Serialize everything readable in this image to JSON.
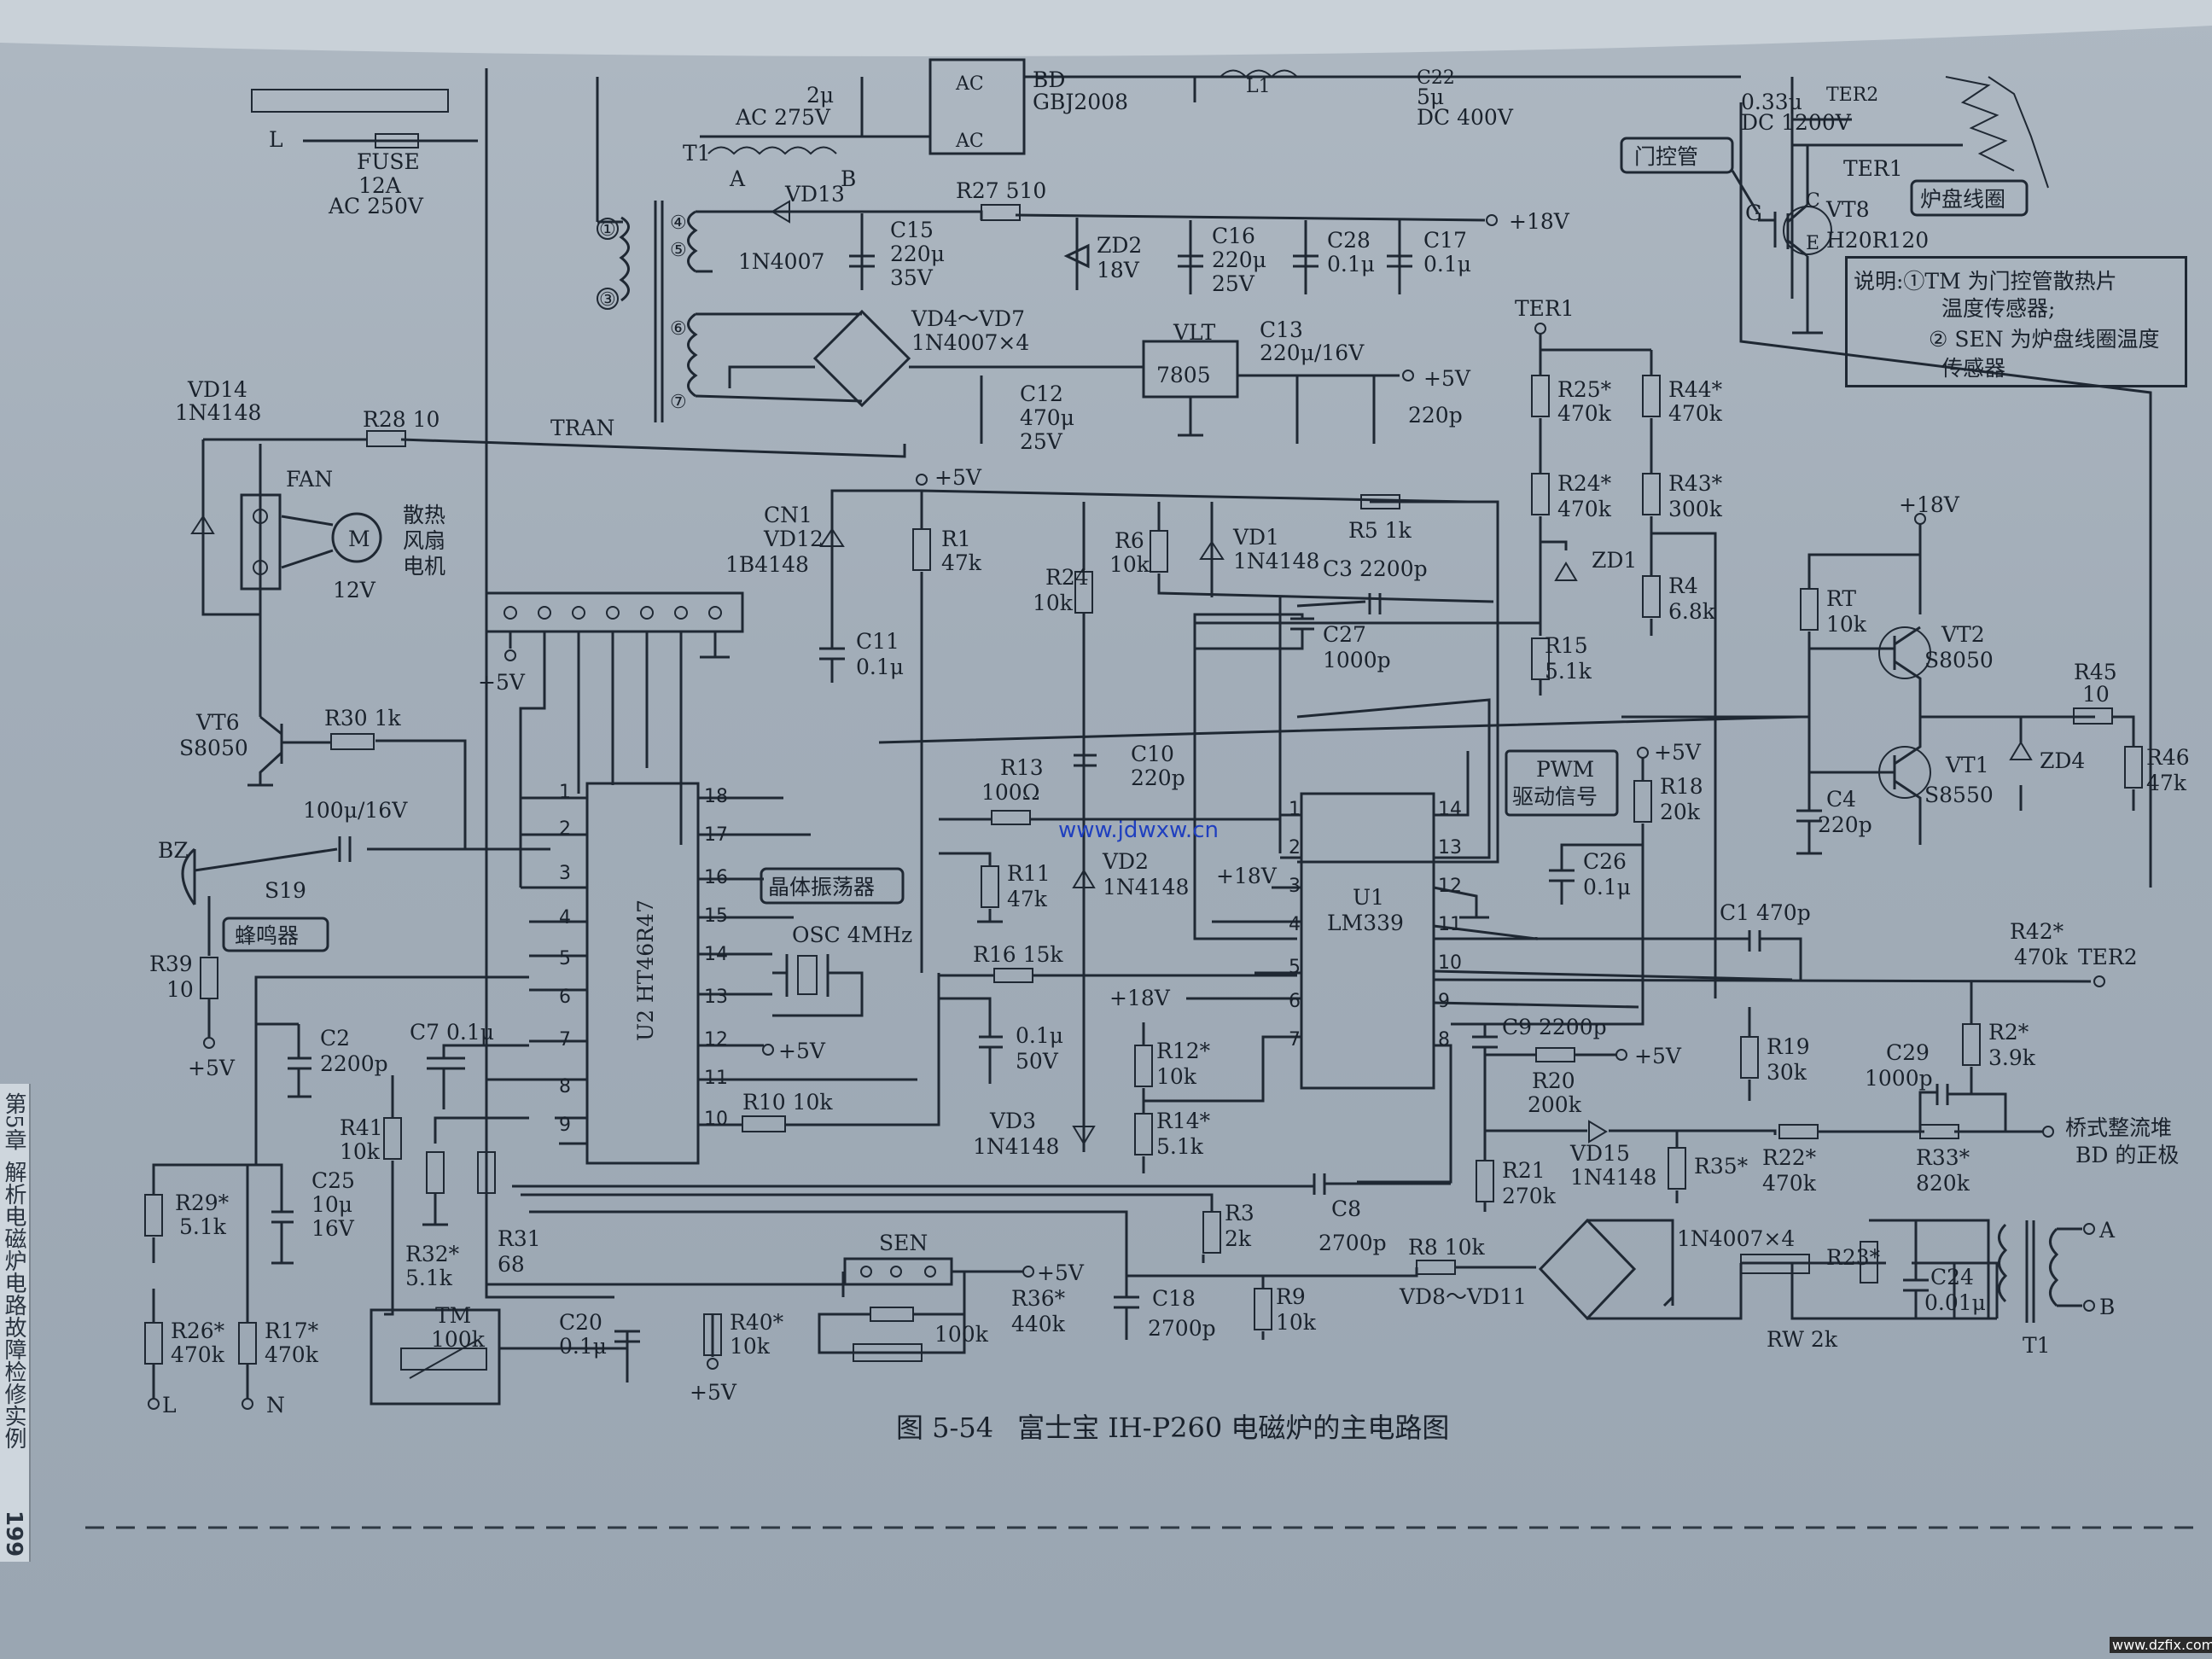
{
  "side_tab": {
    "chapter": "第5章",
    "title": "解析电磁炉电路故障检修实例",
    "page_number": "199"
  },
  "caption": {
    "figure_number": "图 5-54",
    "title": "富士宝 IH-P260 电磁炉的主电路图"
  },
  "note": {
    "heading": "说明:①TM 为门控管散热片",
    "line2": "温度传感器;",
    "line3": "② SEN 为炉盘线圈温度",
    "line4": "传感器"
  },
  "watermarks": {
    "center": "www.jdwxw.cn",
    "corner": "www.dzfix.com"
  },
  "labels": {
    "L": "L",
    "FUSE": "FUSE",
    "fuse_val": "12A",
    "fuse_rating": "AC 250V",
    "C21_cap": "2μ",
    "C21_rating": "AC 275V",
    "T1": "T1",
    "A": "A",
    "B": "B",
    "BD": "BD",
    "BD_part": "GBJ2008",
    "AC_top": "AC",
    "AC_bottom": "AC",
    "C22": "C22",
    "C22_val": "5μ",
    "C22_rating": "DC 400V",
    "L1": "L1",
    "C23_val": "0.33μ",
    "C23_rating": "DC 1200V",
    "TER2_top": "TER2",
    "TER1_top": "TER1",
    "gate_tube": "门控管",
    "coil": "炉盘线圈",
    "VT8": "VT8",
    "VT8_part": "H20R120",
    "G": "G",
    "C_pin": "C",
    "E_pin": "E",
    "t4": "④",
    "t5": "⑤",
    "t6": "⑥",
    "t7": "⑦",
    "t1": "①",
    "t3": "③",
    "VD13": "VD13",
    "VD13_part": "1N4007",
    "C15": "C15",
    "C15_val": "220μ",
    "C15_v": "35V",
    "R27": "R27 510",
    "ZD2": "ZD2",
    "ZD2_v": "18V",
    "C16": "C16",
    "C16_val": "220μ",
    "C16_v": "25V",
    "C28": "C28",
    "C28_val": "0.1μ",
    "C17": "C17",
    "C17_val": "0.1μ",
    "p18V": "+18V",
    "VD4": "VD4～VD7",
    "VD4_part": "1N4007×4",
    "VLT": "VLT",
    "reg": "7805",
    "C13": "C13",
    "C13_val": "220μ/16V",
    "C12": "C12",
    "C12_val": "470μ",
    "C12_v": "25V",
    "p5V": "+5V",
    "c220p": "220p",
    "TRAN": "TRAN",
    "VD14": "VD14",
    "VD14_part": "1N4148",
    "R28": "R28 10",
    "FAN": "FAN",
    "M": "M",
    "fan_cn1": "散热",
    "fan_cn2": "风扇",
    "fan_cn3": "电机",
    "fan_v": "12V",
    "VT6": "VT6",
    "VT6_part": "S8050",
    "R30": "R30 1k",
    "BZ": "BZ",
    "S19": "S19",
    "buzzer": "蜂鸣器",
    "cap100": "100μ/16V",
    "R39": "R39",
    "R39_val": "10",
    "C2": "C2",
    "C2_val": "2200p",
    "R41": "R41",
    "R41_val": "10k",
    "C7": "C7 0.1μ",
    "R29": "R29*",
    "R29_val": "5.1k",
    "C25": "C25",
    "C25_val": "10μ",
    "C25_v": "16V",
    "R32": "R32*",
    "R32_val": "5.1k",
    "R31": "R31",
    "R31_val": "68",
    "R26": "R26*",
    "R26_val": "470k",
    "R17": "R17*",
    "R17_val": "470k",
    "N": "N",
    "L_bottom": "L",
    "TM": "TM",
    "TM_val": "100k",
    "C20": "C20",
    "C20_val": "0.1μ",
    "R40": "R40*",
    "R40_val": "10k",
    "SEN": "SEN",
    "R36": "R36*",
    "R36_val": "440k",
    "pot100k": "100k",
    "CN1": "CN1",
    "VD12": "VD12",
    "VD12_part": "1B4148",
    "R1": "R1",
    "R1_val": "47k",
    "C11": "C11",
    "C11_val": "0.1μ",
    "U2": "U2 HT46R47",
    "crystal": "晶体振荡器",
    "OSC": "OSC 4MHz",
    "R10": "R10 10k",
    "R13": "R13",
    "R13_val": "100Ω",
    "R11": "R11",
    "R11_val": "47k",
    "R16": "R16 15k",
    "C_01_50": "0.1μ",
    "v50": "50V",
    "R24": "R24",
    "R24_val": "10k",
    "C10": "C10",
    "C10_val": "220p",
    "VD2": "VD2",
    "VD2_part": "1N4148",
    "VD3": "VD3",
    "VD3_part": "1N4148",
    "R6": "R6",
    "R6_val": "10k",
    "VD1": "VD1",
    "VD1_part": "1N4148",
    "R5": "R5 1k",
    "C3": "C3 2200p",
    "C27": "C27",
    "C27_val": "1000p",
    "R12": "R12*",
    "R12_val": "10k",
    "R14": "R14*",
    "R14_val": "5.1k",
    "R3": "R3",
    "R3_val": "2k",
    "C8": "C8",
    "C8_val": "2700p",
    "C18": "C18",
    "C18_val": "2700p",
    "R9": "R9",
    "R9_val": "10k",
    "R8": "R8 10k",
    "VD8": "VD8～VD11",
    "br_part": "1N4007×4",
    "R23": "R23*",
    "RW": "RW 2k",
    "C24": "C24",
    "C24_val": "0.01μ",
    "T1_bottom": "T1",
    "A_bottom": "A",
    "B_bottom": "B",
    "TER1": "TER1",
    "R25": "R25*",
    "R25_val": "470k",
    "R44": "R44*",
    "R44_val": "470k",
    "R24s": "R24*",
    "R24s_val": "470k",
    "R43": "R43*",
    "R43_val": "300k",
    "ZD1": "ZD1",
    "R4": "R4",
    "R4_val": "6.8k",
    "R15": "R15",
    "R15_val": "5.1k",
    "PWM1": "PWM",
    "PWM2": "驱动信号",
    "R18": "R18",
    "R18_val": "20k",
    "C26": "C26",
    "C26_val": "0.1μ",
    "U1": "U1",
    "U1_part": "LM339",
    "C1": "C1 470p",
    "C9": "C9 2200p",
    "R20": "R20",
    "R20_val": "200k",
    "R19": "R19",
    "R19_val": "30k",
    "R21": "R21",
    "R21_val": "270k",
    "VD15": "VD15",
    "VD15_part": "1N4148",
    "R35": "R35*",
    "R22": "R22*",
    "R22_val": "470k",
    "R33": "R33*",
    "R33_val": "820k",
    "C29": "C29",
    "C29_val": "1000p",
    "R2": "R2*",
    "R2_val": "3.9k",
    "R42": "R42*",
    "R42_val": "470k",
    "TER2": "TER2",
    "bridge1": "桥式整流堆",
    "bridge2": "BD 的正极",
    "RT": "RT",
    "RT_val": "10k",
    "VT2": "VT2",
    "VT2_part": "S8050",
    "VT1": "VT1",
    "VT1_part": "S8550",
    "C4": "C4",
    "C4_val": "220p",
    "R45": "R45",
    "R45_val": "10",
    "ZD4": "ZD4",
    "R46": "R46",
    "R46_val": "47k",
    "p18V_u1": "+18V",
    "p18V_r12": "+18V",
    "p18V_vt2": "+18V",
    "p5V_top": "+5V",
    "p5V_connector": "+5V",
    "p5V_bz": "+5V",
    "p5V_pin12": "+5V",
    "p5V_r18": "+5V",
    "p5V_r20": "+5V",
    "p5V_sen": "+5V",
    "p5V_r40": "+5V"
  }
}
